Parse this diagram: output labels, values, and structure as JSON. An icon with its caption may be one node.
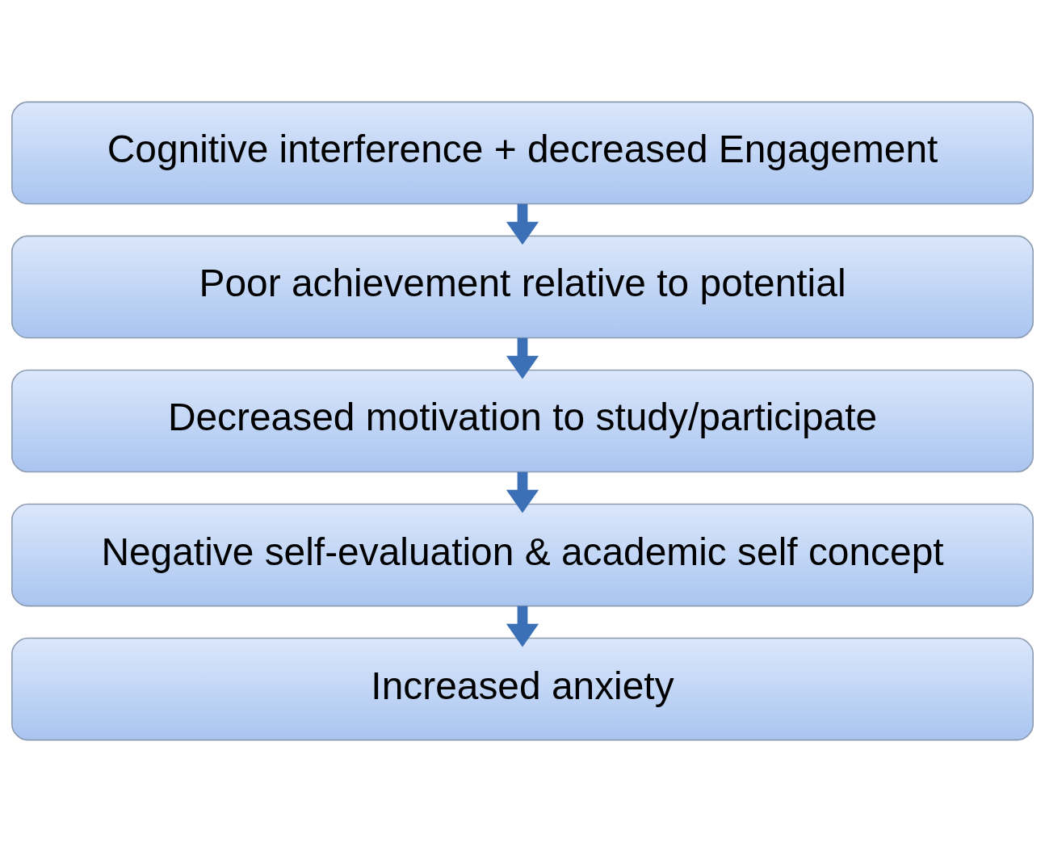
{
  "diagram": {
    "nodes": [
      {
        "text": [
          "Cognitive interference + decreased Engagement"
        ]
      },
      {
        "text": [
          "Poor achievement relative to potential"
        ]
      },
      {
        "text": [
          "Decreased motivation to study/participate"
        ]
      },
      {
        "text": [
          "Negative self-evaluation & academic self concept"
        ]
      },
      {
        "text": [
          "Increased anxiety"
        ]
      }
    ],
    "edges": [
      {
        "from": 0,
        "to": 1,
        "arrow": "to"
      },
      {
        "from": 1,
        "to": 2,
        "arrow": "to"
      },
      {
        "from": 2,
        "to": 3,
        "arrow": "to"
      },
      {
        "from": 3,
        "to": 4,
        "arrow": "to"
      }
    ]
  }
}
